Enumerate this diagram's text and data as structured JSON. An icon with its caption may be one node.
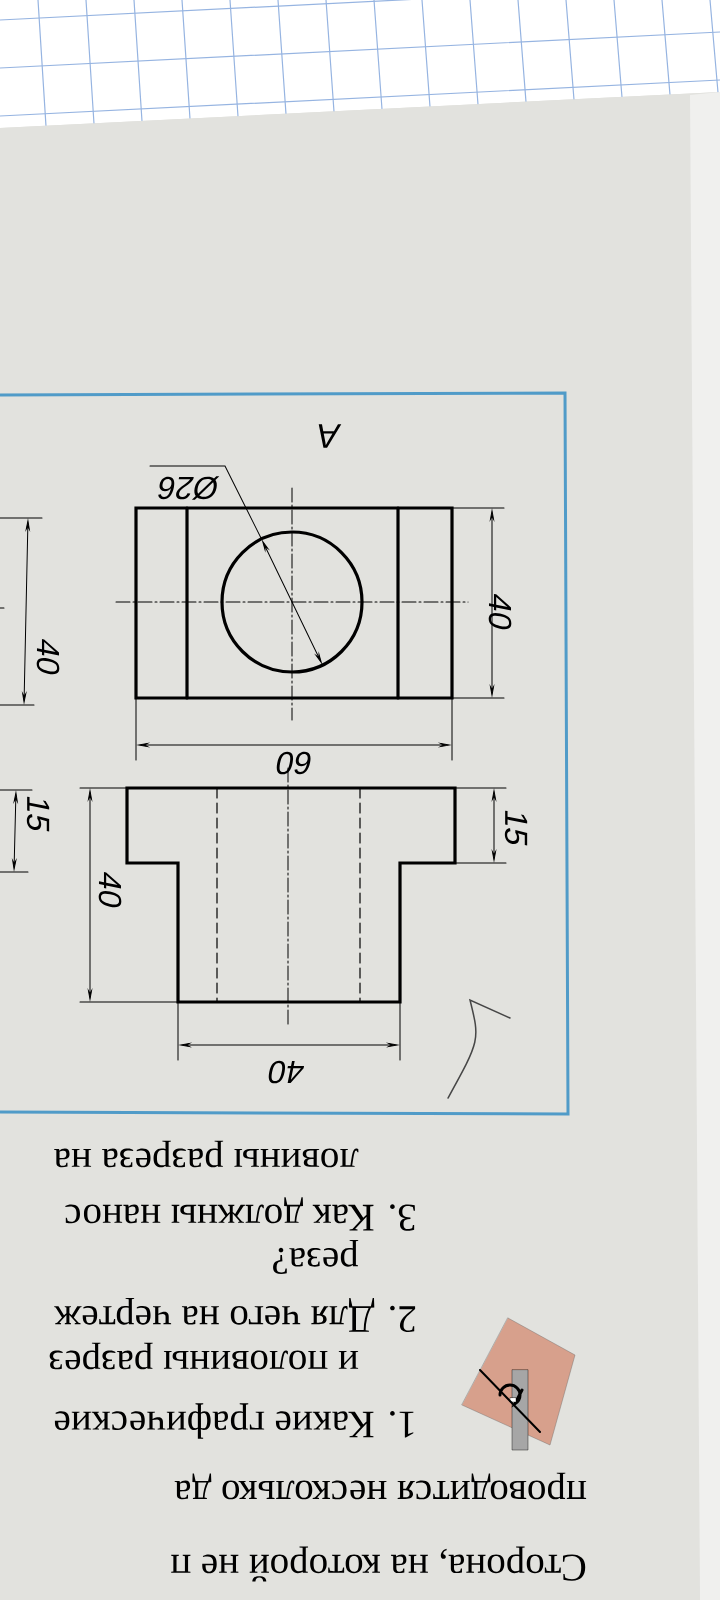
{
  "diagram": {
    "labels": [
      "А",
      "Ø26",
      "40",
      "40",
      "60",
      "15",
      "15",
      "40",
      "40",
      "Сторона, на которой не п",
      "проводится несколько да",
      "1. Какие графические",
      "и половины разрез",
      "2. Для чего на чертеж",
      "реза?",
      "3. Как должны нанос",
      "ловины разреза на"
    ]
  }
}
